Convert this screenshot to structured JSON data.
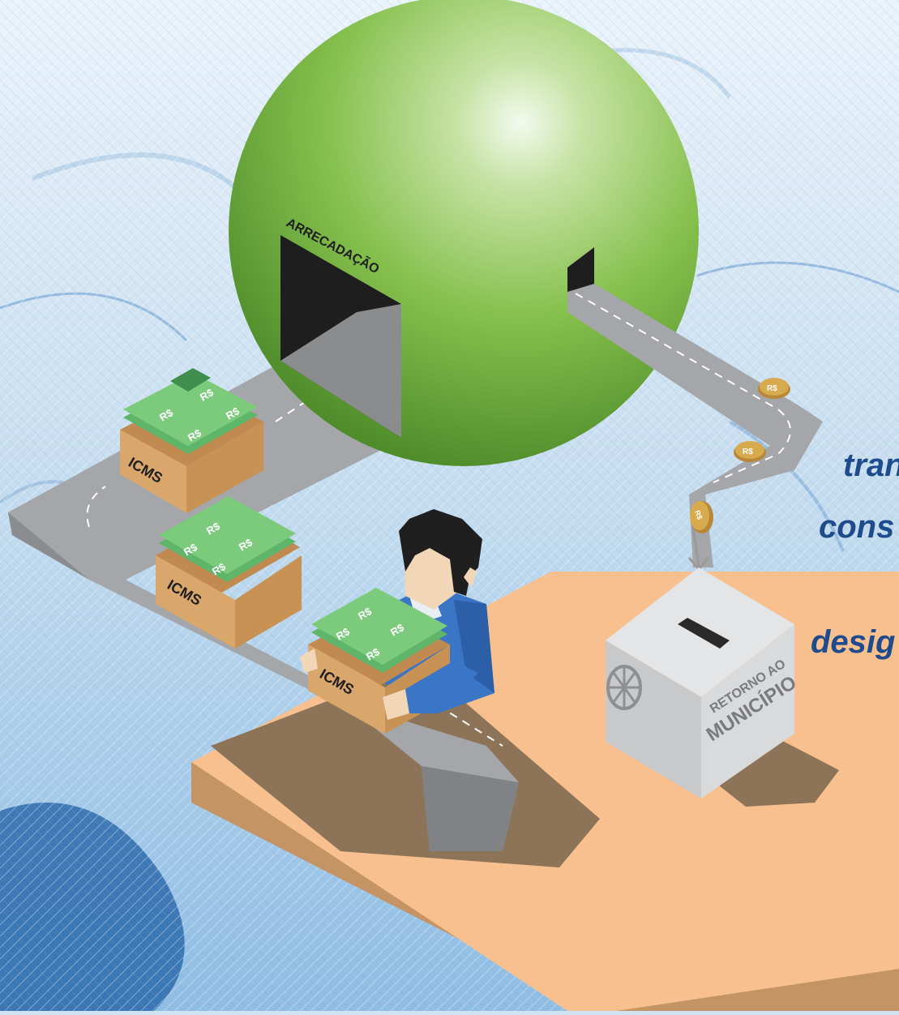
{
  "labels": {
    "intake": "ARRECADAÇÃO",
    "box1": "ICMS",
    "box2": "ICMS",
    "box3": "ICMS",
    "safe_line1": "RETORNO AO",
    "safe_line2": "MUNICÍPIO"
  },
  "currency_symbol": "R$",
  "side_text": {
    "line1": "tran",
    "line2": "cons",
    "line3": "desig"
  },
  "colors": {
    "sphere": "#77b13e",
    "belt": "#a4a6a9",
    "platform": "#f7c08e",
    "box": "#d9a66c",
    "cash": "#5fb56a",
    "coin": "#d7aa4e",
    "text_accent": "#1d4b8c",
    "suit": "#3b76c6"
  }
}
